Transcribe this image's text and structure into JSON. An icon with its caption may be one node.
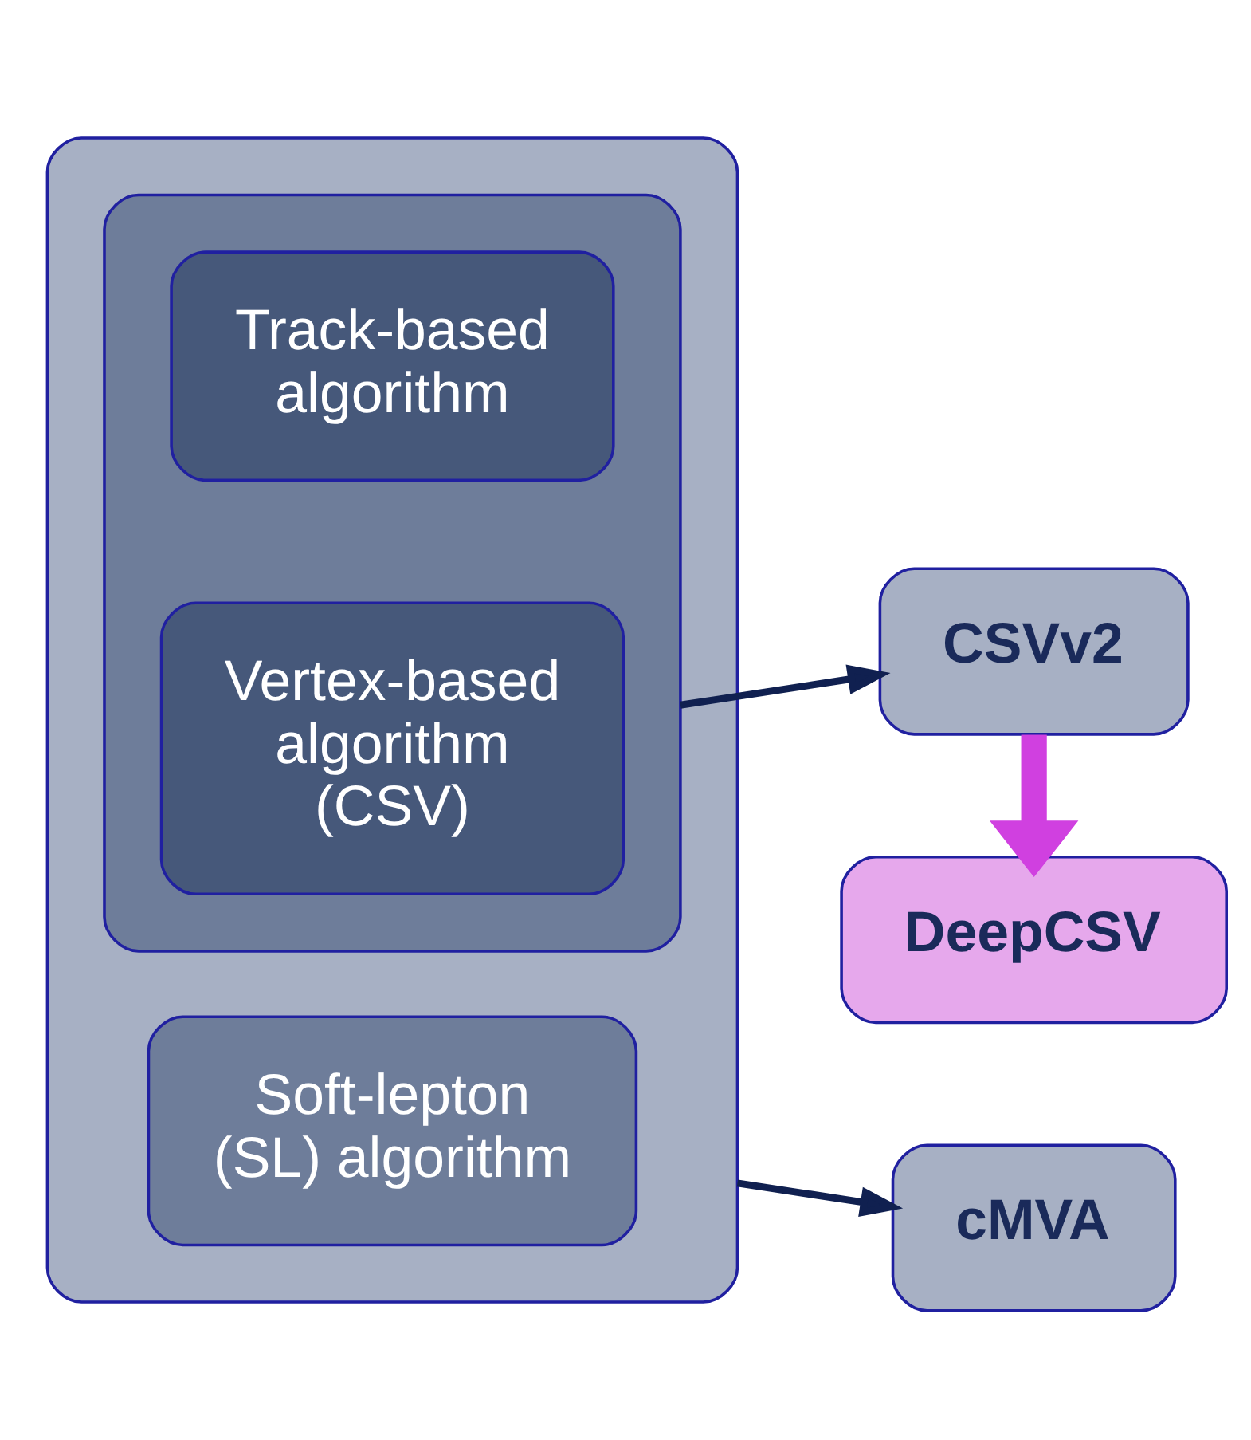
{
  "diagram": {
    "nodes": [
      {
        "text": [],
        "shape": "box"
      },
      {
        "text": [],
        "shape": "box",
        "in": 0
      },
      {
        "text": [
          "Track-based algorithm"
        ],
        "in": 1
      },
      {
        "text": [
          "Vertex-based algorithm (CSV)"
        ],
        "in": 1
      },
      {
        "text": [
          "Soft-lepton (SL) algorithm"
        ],
        "in": 0
      },
      {
        "text": [
          "CSVv2"
        ]
      },
      {
        "text": [
          "DeepCSV"
        ]
      },
      {
        "text": [
          "cMVA"
        ]
      }
    ],
    "edges": [
      {
        "from": 1,
        "to": 5,
        "arrow": "to"
      },
      {
        "from": 5,
        "to": 6,
        "arrow": "to",
        "style": "thick",
        "color": "#d040e0"
      },
      {
        "from": 0,
        "to": 7,
        "arrow": "to"
      }
    ]
  }
}
